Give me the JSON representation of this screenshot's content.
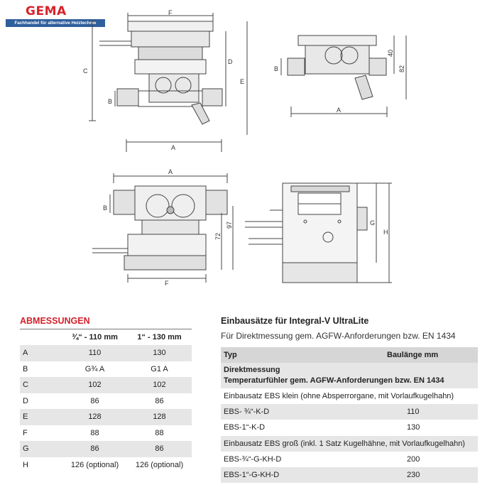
{
  "logo": {
    "word": "GEMA",
    "tagline": "Fachhandel für alternative Heiztechnik"
  },
  "drawing_labels": {
    "top_left": {
      "F": "F",
      "C": "C",
      "D": "D",
      "E": "E",
      "B": "B",
      "A": "A"
    },
    "top_right": {
      "40": "40",
      "82": "82",
      "B": "B",
      "A": "A"
    },
    "bottom_left": {
      "A": "A",
      "B": "B",
      "97": "97",
      "72": "72",
      "F": "F"
    },
    "bottom_right": {
      "G": "G",
      "H": "H"
    }
  },
  "dimensions_table": {
    "title": "ABMESSUNGEN",
    "columns": [
      "",
      "¾“ - 110 mm",
      "1“ - 130 mm"
    ],
    "rows": [
      {
        "key": "A",
        "v1": "110",
        "v2": "130"
      },
      {
        "key": "B",
        "v1": "G¾ A",
        "v2": "G1 A"
      },
      {
        "key": "C",
        "v1": "102",
        "v2": "102"
      },
      {
        "key": "D",
        "v1": "86",
        "v2": "86"
      },
      {
        "key": "E",
        "v1": "128",
        "v2": "128"
      },
      {
        "key": "F",
        "v1": "88",
        "v2": "88"
      },
      {
        "key": "G",
        "v1": "86",
        "v2": "86"
      },
      {
        "key": "H",
        "v1": "126 (optional)",
        "v2": "126 (optional)"
      }
    ]
  },
  "kits_table": {
    "title": "Einbausätze für Integral-V UltraLite",
    "subtitle": "Für Direktmessung gem. AGFW-Anforderungen bzw. EN 1434",
    "header": {
      "type": "Typ",
      "length": "Baulänge mm"
    },
    "section": {
      "line1": "Direktmessung",
      "line2": "Temperaturfühler gem. AGFW-Anforderungen bzw. EN 1434"
    },
    "rows": [
      {
        "name": "Einbausatz EBS klein (ohne Absperrorgane, mit Vorlaufkugelhahn)",
        "value": ""
      },
      {
        "name": "EBS- ¾“-K-D",
        "value": "110"
      },
      {
        "name": "EBS-1“-K-D",
        "value": "130"
      },
      {
        "name": "Einbausatz EBS groß (inkl. 1 Satz Kugelhähne, mit Vorlaufkugelhahn)",
        "value": ""
      },
      {
        "name": "EBS-¾“-G-KH-D",
        "value": "200"
      },
      {
        "name": "EBS-1“-G-KH-D",
        "value": "230"
      }
    ]
  }
}
